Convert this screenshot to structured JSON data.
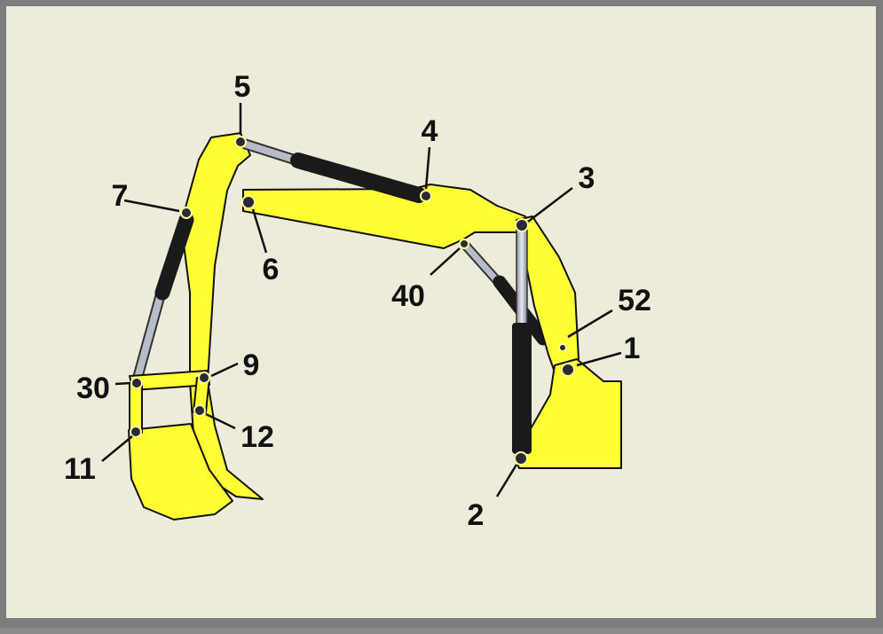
{
  "colors": {
    "background": "#edebd9",
    "frame": "#7d7d7d",
    "body": "#ffff33",
    "cylinder": "#1a1a1a",
    "rod": "#b8bcc8"
  },
  "labels": {
    "j5": "5",
    "j4": "4",
    "j3": "3",
    "j7": "7",
    "j6": "6",
    "j40": "40",
    "j52": "52",
    "j1": "1",
    "j30": "30",
    "j9": "9",
    "j12": "12",
    "j11": "11",
    "j2": "2"
  }
}
